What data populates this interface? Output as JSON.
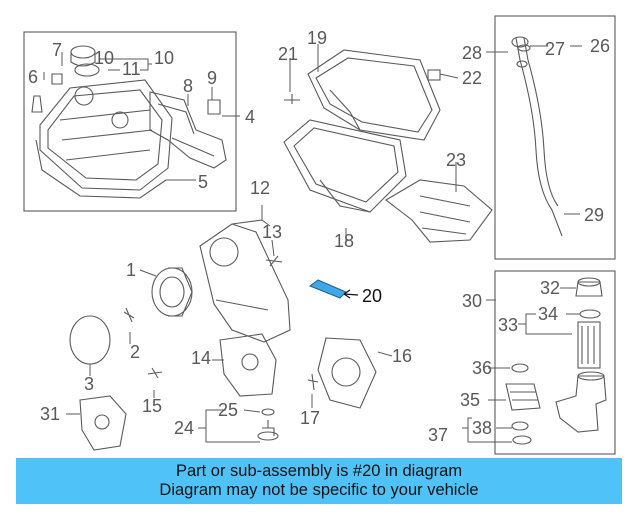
{
  "colors": {
    "line": "#5a5a5a",
    "label": "#595959",
    "banner": "#4fc3f7",
    "highlight_part": "#3fa7e8"
  },
  "part_numbers": {
    "p1": "1",
    "p2": "2",
    "p3": "3",
    "p4": "4",
    "p5": "5",
    "p6": "6",
    "p7": "7",
    "p8": "8",
    "p9": "9",
    "p10": "10",
    "p11": "11",
    "p12": "12",
    "p13": "13",
    "p14": "14",
    "p15": "15",
    "p16": "16",
    "p17": "17",
    "p18": "18",
    "p19": "19",
    "p20": "20",
    "p21": "21",
    "p22": "22",
    "p23": "23",
    "p24": "24",
    "p25": "25",
    "p26": "26",
    "p27": "27",
    "p28": "28",
    "p29": "29",
    "p30": "30",
    "p31": "31",
    "p32": "32",
    "p33": "33",
    "p34": "34",
    "p35": "35",
    "p36": "36",
    "p37": "37",
    "p38": "38"
  },
  "highlighted_part": "20",
  "banner": {
    "line1": "Part or sub-assembly is #20 in diagram",
    "line2": "Diagram may not be specific to your vehicle"
  }
}
